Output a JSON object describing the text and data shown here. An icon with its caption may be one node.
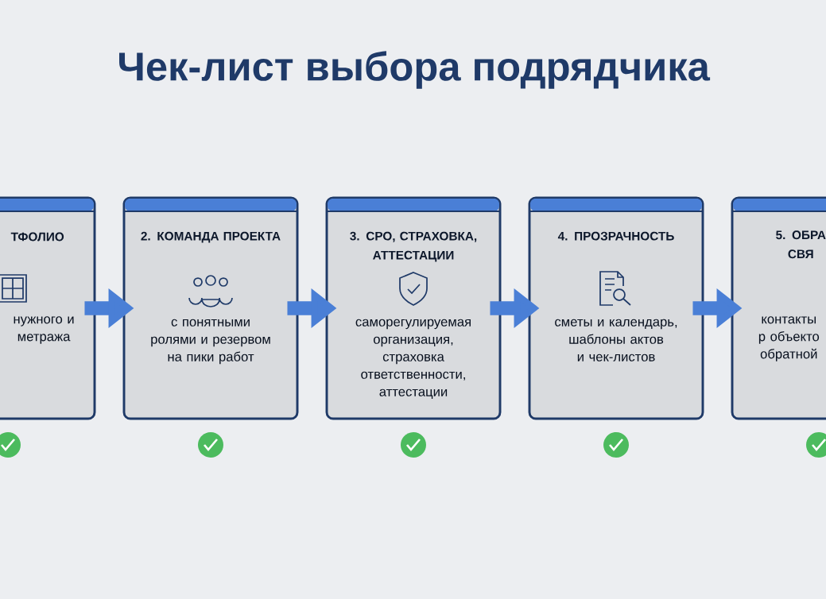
{
  "diagram": {
    "title": "Чек-лист выбора подрядчика",
    "nodes": [
      {
        "text": [
          "ТФОЛИО",
          "нужного и метража"
        ]
      },
      {
        "text": [
          "2. КОМАНДА ПРОЕКТА",
          "с понятными ролями и резервом на пики работ"
        ]
      },
      {
        "text": [
          "3. СРО, СТРАХОВКА, АТТЕСТАЦИИ",
          "саморегулируемая организация, страховка ответственности, аттестации"
        ]
      },
      {
        "text": [
          "4. ПРОЗРАЧНОСТЬ",
          "сметы и календарь, шаблоны актов и чек-листов"
        ]
      },
      {
        "text": [
          "5. ОБРА СВЯ",
          "контакты р объекто обратной"
        ]
      }
    ],
    "edges": [
      {
        "from": 0,
        "to": 1,
        "arrow": "to"
      },
      {
        "from": 1,
        "to": 2,
        "arrow": "to"
      },
      {
        "from": 2,
        "to": 3,
        "arrow": "to"
      },
      {
        "from": 3,
        "to": 4,
        "arrow": "to"
      }
    ]
  }
}
